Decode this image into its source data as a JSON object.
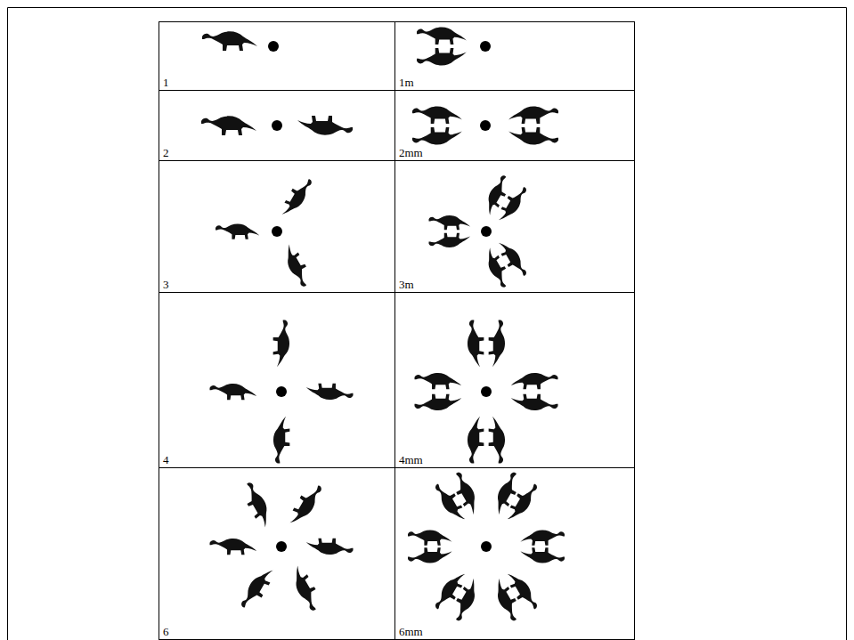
{
  "diagram": {
    "nodes": [
      {
        "text": [
          "1"
        ]
      },
      {
        "text": [
          "1m"
        ]
      },
      {
        "text": [
          "2"
        ]
      },
      {
        "text": [
          "2mm"
        ]
      },
      {
        "text": [
          "3"
        ]
      },
      {
        "text": [
          "3m"
        ]
      },
      {
        "text": [
          "4"
        ]
      },
      {
        "text": [
          "4mm"
        ]
      },
      {
        "text": [
          "6"
        ]
      },
      {
        "text": [
          "6mm"
        ]
      }
    ]
  }
}
